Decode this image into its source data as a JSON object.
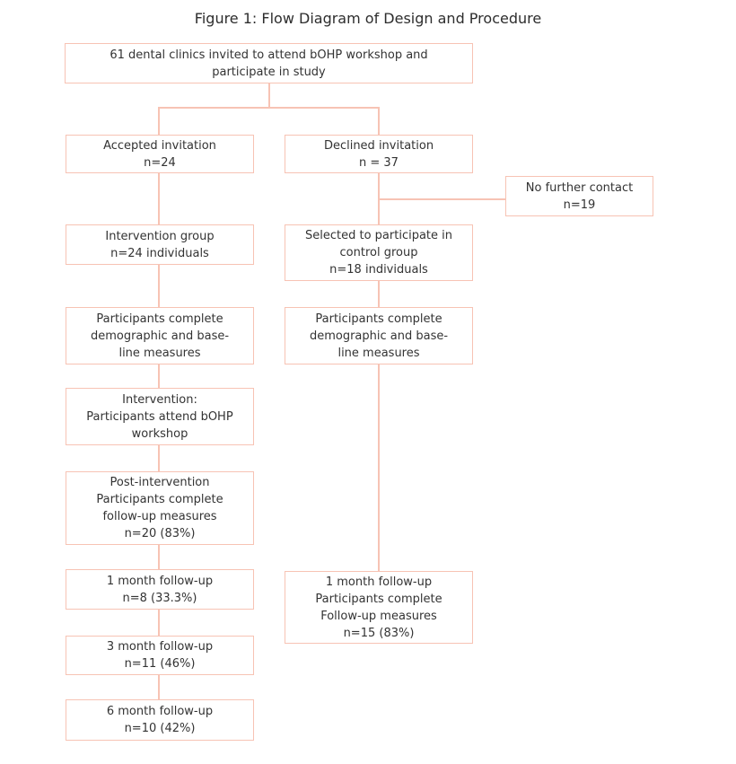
{
  "figure": {
    "title": "Figure 1: Flow Diagram of Design and Procedure"
  },
  "colors": {
    "box_border": "#f7c3b4",
    "connector": "#f7c3b4",
    "text": "#333333",
    "background": "#ffffff"
  },
  "boxes": [
    {
      "id": "invited",
      "lines": [
        "61 dental clinics invited to attend bOHP workshop and",
        "participate in study"
      ]
    },
    {
      "id": "accepted",
      "lines": [
        "Accepted invitation",
        "n=24"
      ]
    },
    {
      "id": "declined",
      "lines": [
        "Declined invitation",
        "n = 37"
      ]
    },
    {
      "id": "no-further-contact",
      "lines": [
        "No further contact",
        "n=19"
      ]
    },
    {
      "id": "intervention-group",
      "lines": [
        "Intervention group",
        "n=24 individuals"
      ]
    },
    {
      "id": "control-group",
      "lines": [
        "Selected to participate in",
        "control group",
        "n=18 individuals"
      ]
    },
    {
      "id": "baseline-intervention",
      "lines": [
        "Participants complete",
        "demographic and base-",
        "line measures"
      ]
    },
    {
      "id": "baseline-control",
      "lines": [
        "Participants complete",
        "demographic and base-",
        "line measures"
      ]
    },
    {
      "id": "intervention",
      "lines": [
        "Intervention:",
        "Participants attend bOHP",
        "workshop"
      ]
    },
    {
      "id": "post-intervention",
      "lines": [
        "Post-intervention",
        "Participants complete",
        "follow-up measures",
        "n=20 (83%)"
      ]
    },
    {
      "id": "month1-intervention",
      "lines": [
        "1 month follow-up",
        "n=8 (33.3%)"
      ]
    },
    {
      "id": "month1-control",
      "lines": [
        "1 month follow-up",
        "Participants complete",
        "Follow-up measures",
        "n=15 (83%)"
      ]
    },
    {
      "id": "month3-intervention",
      "lines": [
        "3 month follow-up",
        "n=11 (46%)"
      ]
    },
    {
      "id": "month6-intervention",
      "lines": [
        "6 month follow-up",
        "n=10 (42%)"
      ]
    }
  ]
}
